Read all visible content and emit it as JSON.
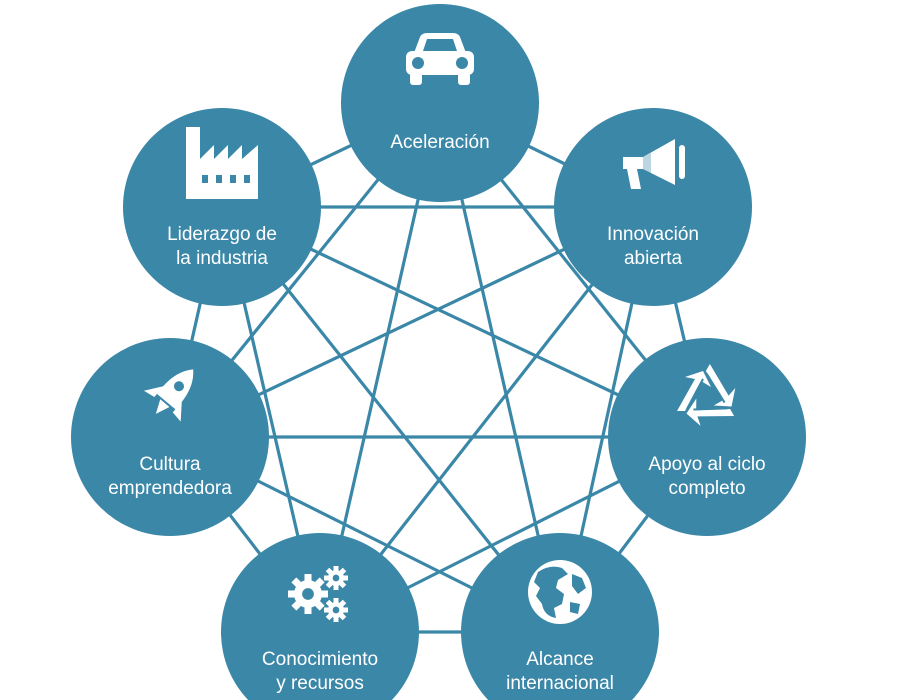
{
  "colors": {
    "node_fill": "#3b87a8",
    "edge_stroke": "#3b87a8",
    "icon_fill": "#ffffff",
    "label_text": "#ffffff",
    "background": "#ffffff"
  },
  "nodes": [
    {
      "id": "aceleracion",
      "icon": "car-icon",
      "label_lines": [
        "Aceleración"
      ]
    },
    {
      "id": "innovacion",
      "icon": "megaphone-icon",
      "label_lines": [
        "Innovación",
        "abierta"
      ]
    },
    {
      "id": "apoyo",
      "icon": "recycle-icon",
      "label_lines": [
        "Apoyo al ciclo",
        "completo"
      ]
    },
    {
      "id": "alcance",
      "icon": "globe-icon",
      "label_lines": [
        "Alcance",
        "internacional"
      ]
    },
    {
      "id": "conocimiento",
      "icon": "gears-icon",
      "label_lines": [
        "Conocimiento",
        "y recursos"
      ]
    },
    {
      "id": "cultura",
      "icon": "rocket-icon",
      "label_lines": [
        "Cultura",
        "emprendedora"
      ]
    },
    {
      "id": "liderazgo",
      "icon": "factory-icon",
      "label_lines": [
        "Liderazgo de",
        "la industria"
      ]
    }
  ],
  "edges": "complete-graph"
}
